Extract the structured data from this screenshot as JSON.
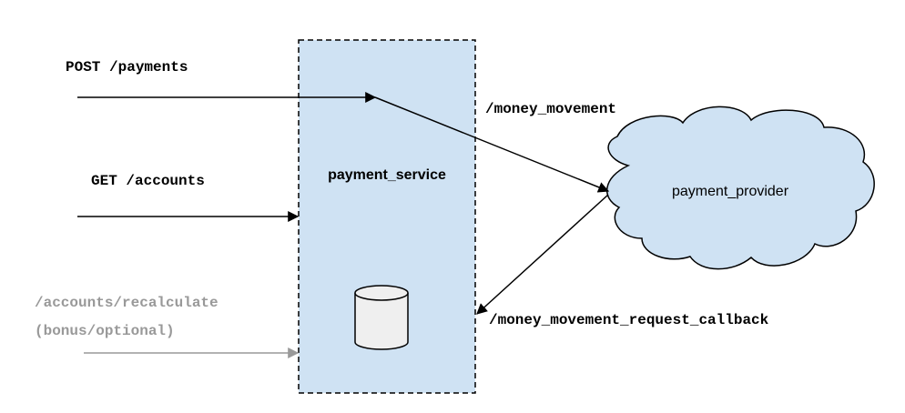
{
  "service": {
    "label": "payment_service"
  },
  "provider": {
    "label": "payment_provider"
  },
  "requests": {
    "post_payments": "POST /payments",
    "get_accounts": "GET /accounts",
    "recalculate_line1": "/accounts/recalculate",
    "recalculate_line2": "(bonus/optional)"
  },
  "calls": {
    "money_movement": "/money_movement",
    "callback": "/money_movement_request_callback"
  },
  "colors": {
    "service_fill": "#cfe2f3",
    "provider_fill": "#cfe2f3",
    "stroke": "#000000",
    "muted_text": "#999999",
    "muted_arrow": "#999999",
    "db_fill": "#efefef"
  },
  "icons": {
    "database": "database-icon",
    "cloud": "cloud-shape"
  }
}
